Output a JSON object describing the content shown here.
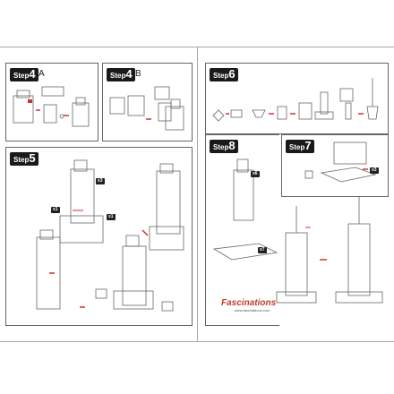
{
  "steps": {
    "s4a": {
      "word": "Step",
      "num": "4",
      "sub": "A"
    },
    "s4b": {
      "word": "Step",
      "num": "4",
      "sub": "B"
    },
    "s5": {
      "word": "Step",
      "num": "5"
    },
    "s6": {
      "word": "Step",
      "num": "6"
    },
    "s7": {
      "word": "Step",
      "num": "7"
    },
    "s8": {
      "word": "Step",
      "num": "8"
    }
  },
  "piece_tags": {
    "t1": "x3",
    "t2": "x1",
    "t3": "x1",
    "t4": "x3",
    "t5": "x6",
    "t6": "x7"
  },
  "brand": {
    "logo": "Fascinations",
    "url": "www.fascinations.com"
  },
  "colors": {
    "arrow": "#d32f2f",
    "outline": "#666666"
  }
}
